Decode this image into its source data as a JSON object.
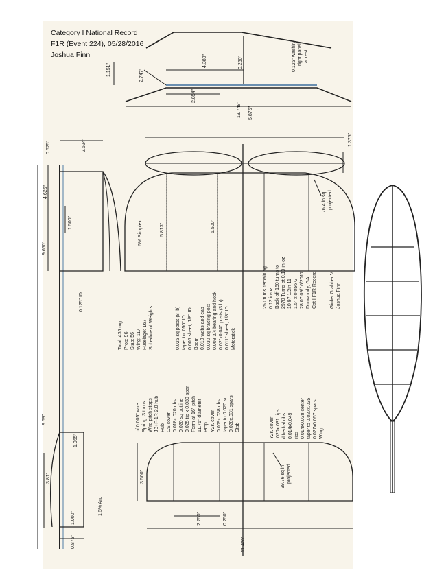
{
  "header": {
    "line1": "Category I National Record",
    "line2": "F1R (Event 224), 05/28/2016",
    "line3": "Joshua Finn"
  },
  "colors": {
    "outline": "#222222",
    "paper": "#f8f4ea",
    "spar": "#6b8fb0"
  },
  "front_view": {
    "dims": {
      "height": "1.151\"",
      "dihedral": "2.747\"",
      "center": "4.380\"",
      "post": "0.250\"",
      "panel": "2.854\"",
      "span": "13.748\""
    },
    "washin_lines": [
      "0.125\" washin",
      "right panel",
      "at rest"
    ]
  },
  "side_view": {
    "dims": {
      "d_2624": "2.624\"",
      "d_0625": "0.625\"",
      "d_4625": "4.625\"",
      "d_1500": "1.500\"",
      "d_9650": "9.650\"",
      "d_0125": "0.125\" ID",
      "d_969": "9.69\"",
      "d_1065": "1.065\"",
      "d_381": "3.81\"",
      "d_1000": "1.000\"",
      "d_0875": "0.875\""
    },
    "wing_airfoil": "5% Simplex",
    "stab_airfoil": "1.5% Arc"
  },
  "top_view": {
    "dims": {
      "d_5875": "5.875\"",
      "d_1375": "1.375\"",
      "d_5813": "5.813\"",
      "d_5500": "5.500\"",
      "d_3500": "3.500\"",
      "d_2750": "2.750\"",
      "d_0250": "0.250\"",
      "d_11420": "11.420\""
    },
    "wing_area": [
      "76.4 in sq",
      "projected"
    ],
    "stab_area": [
      "39.76 sq in",
      "projected"
    ]
  },
  "notes": {
    "model": [
      "Girder Grabber V",
      "Joshua Finn"
    ],
    "record": [
      "Cat I F1R Record",
      "Dunwoody, GA",
      "28.07  09/16/2017",
      "1.5\" x 0.056 G",
      "10.97 1/2in 11",
      "2970 Turns at 0.19 in-oz",
      "Back off 150 turns to",
      "0.12 in-oz",
      "250 turns remaining"
    ],
    "motorstick": [
      "Motorstick",
      "0.011\" sheet, 1/8\" ID",
      "0.02\"x0.040 posts (3 lb)",
      "0.008 3/4 bearing and hook",
      "0.030 sq bracing post",
      "0.010 webs and cap",
      "Boom",
      "0.006 sheet, 1/8\" ID",
      "taper to .050\" ID",
      "0.025 sq posts (8 lb)"
    ],
    "weights": [
      "Schedule of Weights",
      "Fuselage: 167",
      "Wing: 117",
      "Stab: 56",
      "Prop: 96",
      "Total: 436 mg"
    ],
    "wing": [
      "Wing",
      "0.027x0.057 spars",
      "taper to 0.027x.035",
      "0.014x0.038 center",
      "ribs",
      "0.014x0.049",
      "dihedral ribs",
      ".020x.031 tips",
      "Y2K cover"
    ],
    "stab": [
      "Stab",
      "0.020x.031 spars",
      "taper to 0.020 sq",
      "0.009x.038 ribs",
      "Y2K cover"
    ],
    "prop": [
      "Prop",
      "11.75\" diameter",
      "Form at 16\" pitch",
      "0.025 tip x 0.030 spar",
      "0.020 sq outline",
      "0.018x.020 ribs",
      "CS cover",
      "Hub",
      "JB+F-1R 2.0 hub",
      "Wire pitch stops",
      "Spring: 3 turns",
      "of 0.005\" wire"
    ]
  }
}
